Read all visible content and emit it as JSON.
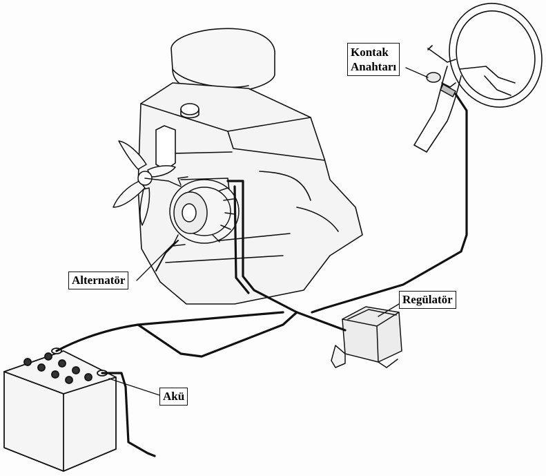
{
  "labels": {
    "ignition_switch_line1": "Kontak",
    "ignition_switch_line2": "Anahtarı",
    "alternator": "Alternatör",
    "regulator": "Regülatör",
    "battery": "Akü"
  },
  "colors": {
    "line": "#111111",
    "paper": "#fdfdfd",
    "label_box": "#ffffff"
  }
}
